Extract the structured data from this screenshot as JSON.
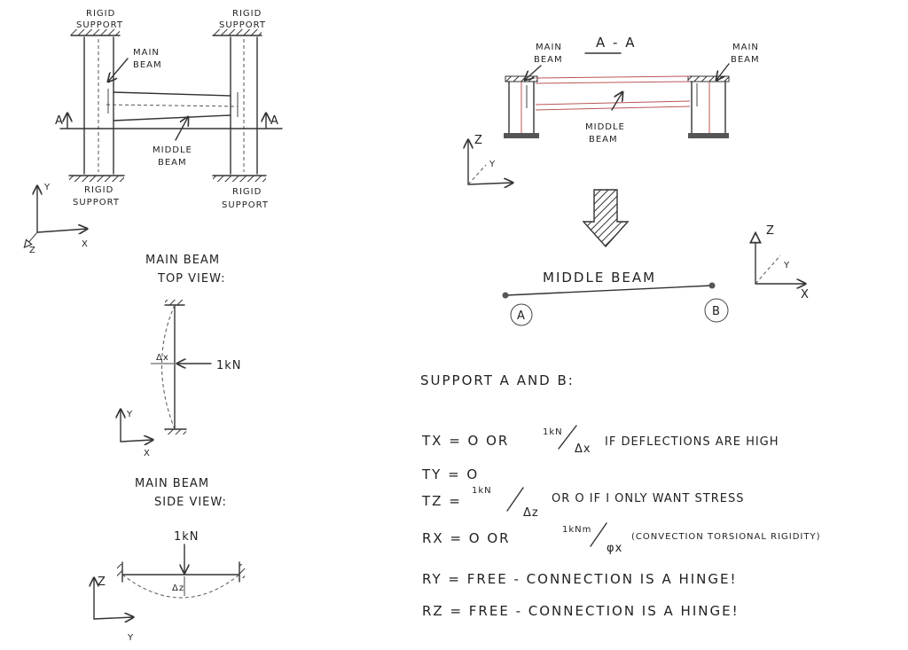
{
  "plan_view": {
    "rigid_support_top_left": [
      "RIGID",
      "SUPPORT"
    ],
    "rigid_support_top_right": [
      "RIGID",
      "SUPPORT"
    ],
    "main_beam_label": [
      "MAIN",
      "BEAM"
    ],
    "middle_beam_label": [
      "MIDDLE",
      "BEAM"
    ],
    "rigid_support_bottom_left": [
      "RIGID",
      "SUPPORT"
    ],
    "rigid_support_bottom_right": [
      "RIGID",
      "SUPPORT"
    ],
    "section_marker": "A",
    "axis_y": "Y",
    "axis_x": "X",
    "axis_z": "Z"
  },
  "section_view": {
    "title": "A - A",
    "main_beam_left": [
      "MAIN",
      "BEAM"
    ],
    "main_beam_right": [
      "MAIN",
      "BEAM"
    ],
    "middle_beam_label": [
      "MIDDLE",
      "BEAM"
    ],
    "axis_z": "Z",
    "axis_y": "Y"
  },
  "middle_beam_model": {
    "title": "MIDDLE BEAM",
    "node_a": "A",
    "node_b": "B",
    "axis_z": "Z",
    "axis_y": "Y",
    "axis_x": "X"
  },
  "top_view": {
    "title": [
      "MAIN BEAM",
      "TOP VIEW:"
    ],
    "deflection": "Δx",
    "load": "1kN",
    "axis_y": "Y",
    "axis_x": "X"
  },
  "side_view": {
    "title": [
      "MAIN BEAM",
      "SIDE VIEW:"
    ],
    "load": "1kN",
    "deflection": "Δz",
    "axis_z": "Z",
    "axis_y": "Y"
  },
  "supports": {
    "heading": "SUPPORT A AND B:",
    "tx": {
      "prefix": "TX = O  OR",
      "num": "1kN",
      "den": "Δx",
      "suffix": "IF DEFLECTIONS ARE HIGH"
    },
    "ty": "TY = O",
    "tz": {
      "prefix": "TZ =",
      "num": "1kN",
      "den": "Δz",
      "suffix": "OR  O IF I ONLY WANT STRESS"
    },
    "rx": {
      "prefix": "RX = O  OR",
      "num": "1kNm",
      "den": "φx",
      "suffix": "(CONVECTION TORSIONAL RIGIDITY)"
    },
    "ry": "RY = FREE - CONNECTION IS A HINGE!",
    "rz": "RZ = FREE - CONNECTION IS A HINGE!"
  }
}
